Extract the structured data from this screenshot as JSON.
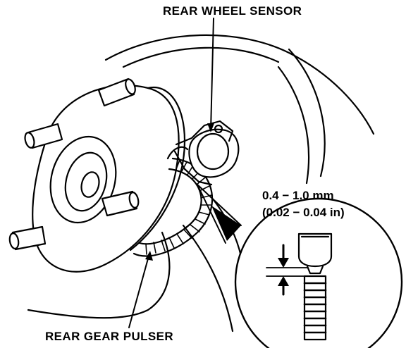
{
  "labels": {
    "rear_wheel_sensor": "REAR WHEEL SENSOR",
    "rear_gear_pulser": "REAR GEAR PULSER",
    "gap_mm": "0.4 − 1.0 mm",
    "gap_in": "(0.02 − 0.04 in)"
  },
  "colors": {
    "ink": "#000000",
    "paper": "#ffffff"
  }
}
